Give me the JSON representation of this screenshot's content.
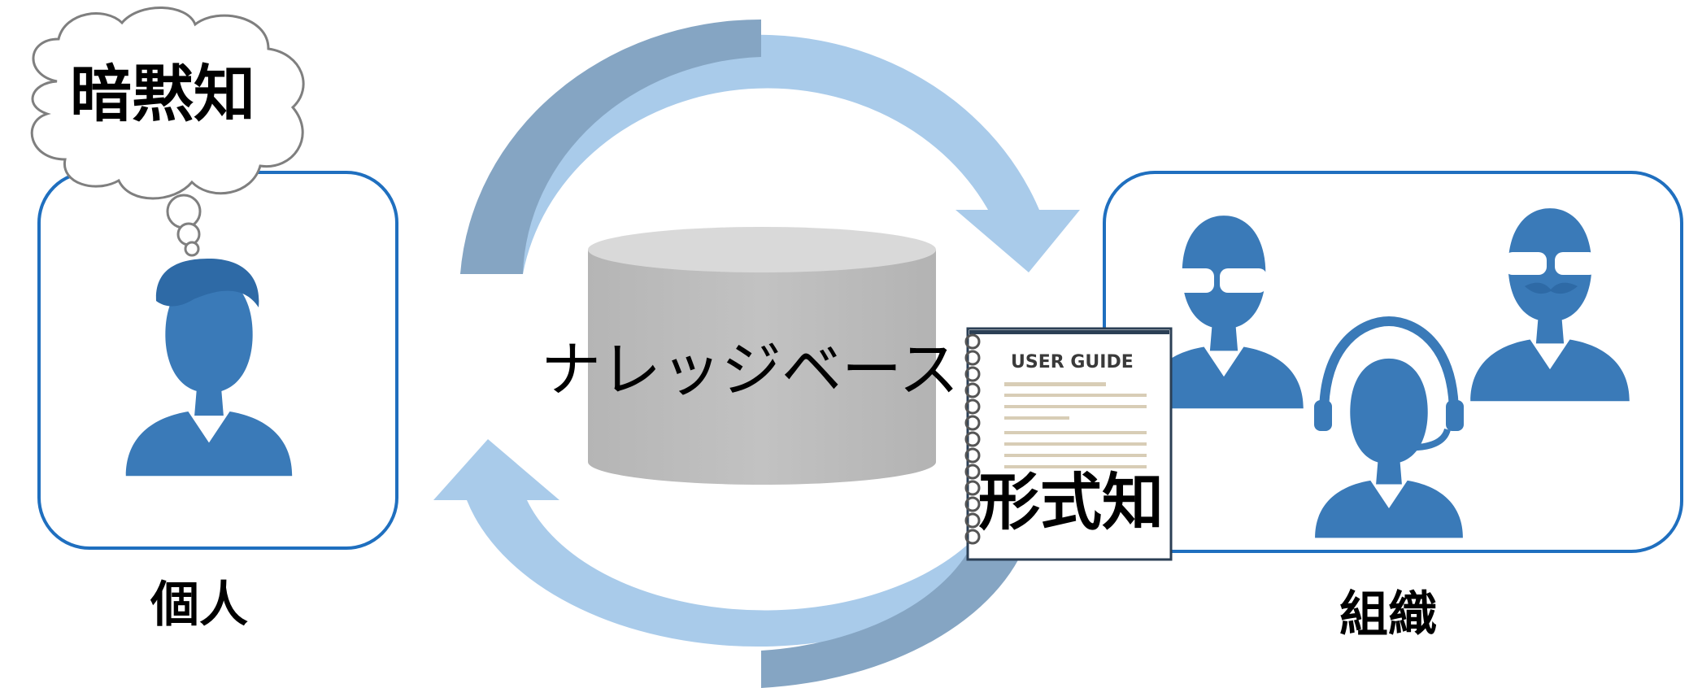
{
  "diagram": {
    "individual": {
      "thought_label": "暗黙知",
      "caption": "個人"
    },
    "organization": {
      "caption": "組織"
    },
    "knowledge_base": {
      "label": "ナレッジベース"
    },
    "document": {
      "title": "USER GUIDE",
      "label": "形式知"
    },
    "colors": {
      "frame_blue": "#1f6fbf",
      "person_blue": "#3a7ab8",
      "arrow_light": "#a9cbea",
      "arrow_dark": "#85a5c3",
      "cylinder_side": "#bdbdbd",
      "cylinder_top": "#d9d9d9",
      "cloud_stroke": "#7f7f7f",
      "guide_rule": "#d8cdb6"
    },
    "icons": {
      "individual": "businessman-icon",
      "org_1": "businessman-glasses-icon",
      "org_2": "operator-headset-icon",
      "org_3": "businessman-mustache-icon",
      "database": "database-cylinder-icon",
      "document": "user-guide-notebook-icon",
      "thought": "thought-cloud-icon"
    }
  }
}
